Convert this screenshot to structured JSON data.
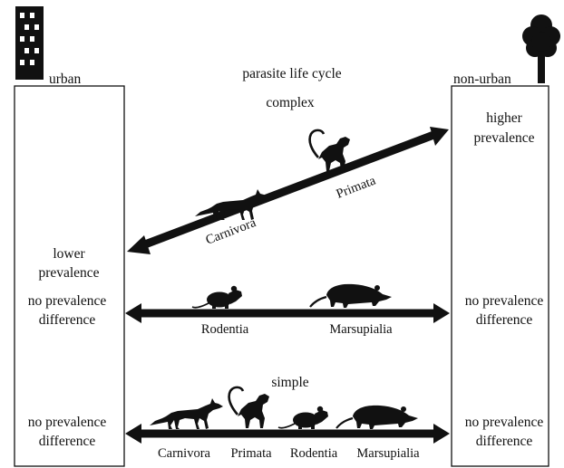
{
  "header": {
    "left_label": "urban",
    "right_label": "non-urban",
    "title": "parasite life cycle",
    "complex_label": "complex",
    "simple_label": "simple"
  },
  "left_column": {
    "row1": [
      "lower",
      "prevalence"
    ],
    "row2": [
      "no prevalence",
      "difference"
    ],
    "row3": [
      "no prevalence",
      "difference"
    ]
  },
  "right_column": {
    "row1": [
      "higher",
      "prevalence"
    ],
    "row2": [
      "no prevalence",
      "difference"
    ],
    "row3": [
      "no prevalence",
      "difference"
    ]
  },
  "complex_arrow_1": {
    "labels": [
      "Carnivora",
      "Primata"
    ],
    "animal_icons": [
      "fox-icon",
      "monkey-icon"
    ]
  },
  "complex_arrow_2": {
    "labels": [
      "Rodentia",
      "Marsupialia"
    ],
    "animal_icons": [
      "rat-icon",
      "opossum-icon"
    ]
  },
  "simple_arrow": {
    "labels": [
      "Carnivora",
      "Primata",
      "Rodentia",
      "Marsupialia"
    ],
    "animal_icons": [
      "fox-icon",
      "monkey-icon",
      "rat-icon",
      "opossum-icon"
    ]
  },
  "icons": [
    "building-icon",
    "tree-icon"
  ],
  "colors": {
    "ink": "#111111",
    "background": "#ffffff"
  }
}
